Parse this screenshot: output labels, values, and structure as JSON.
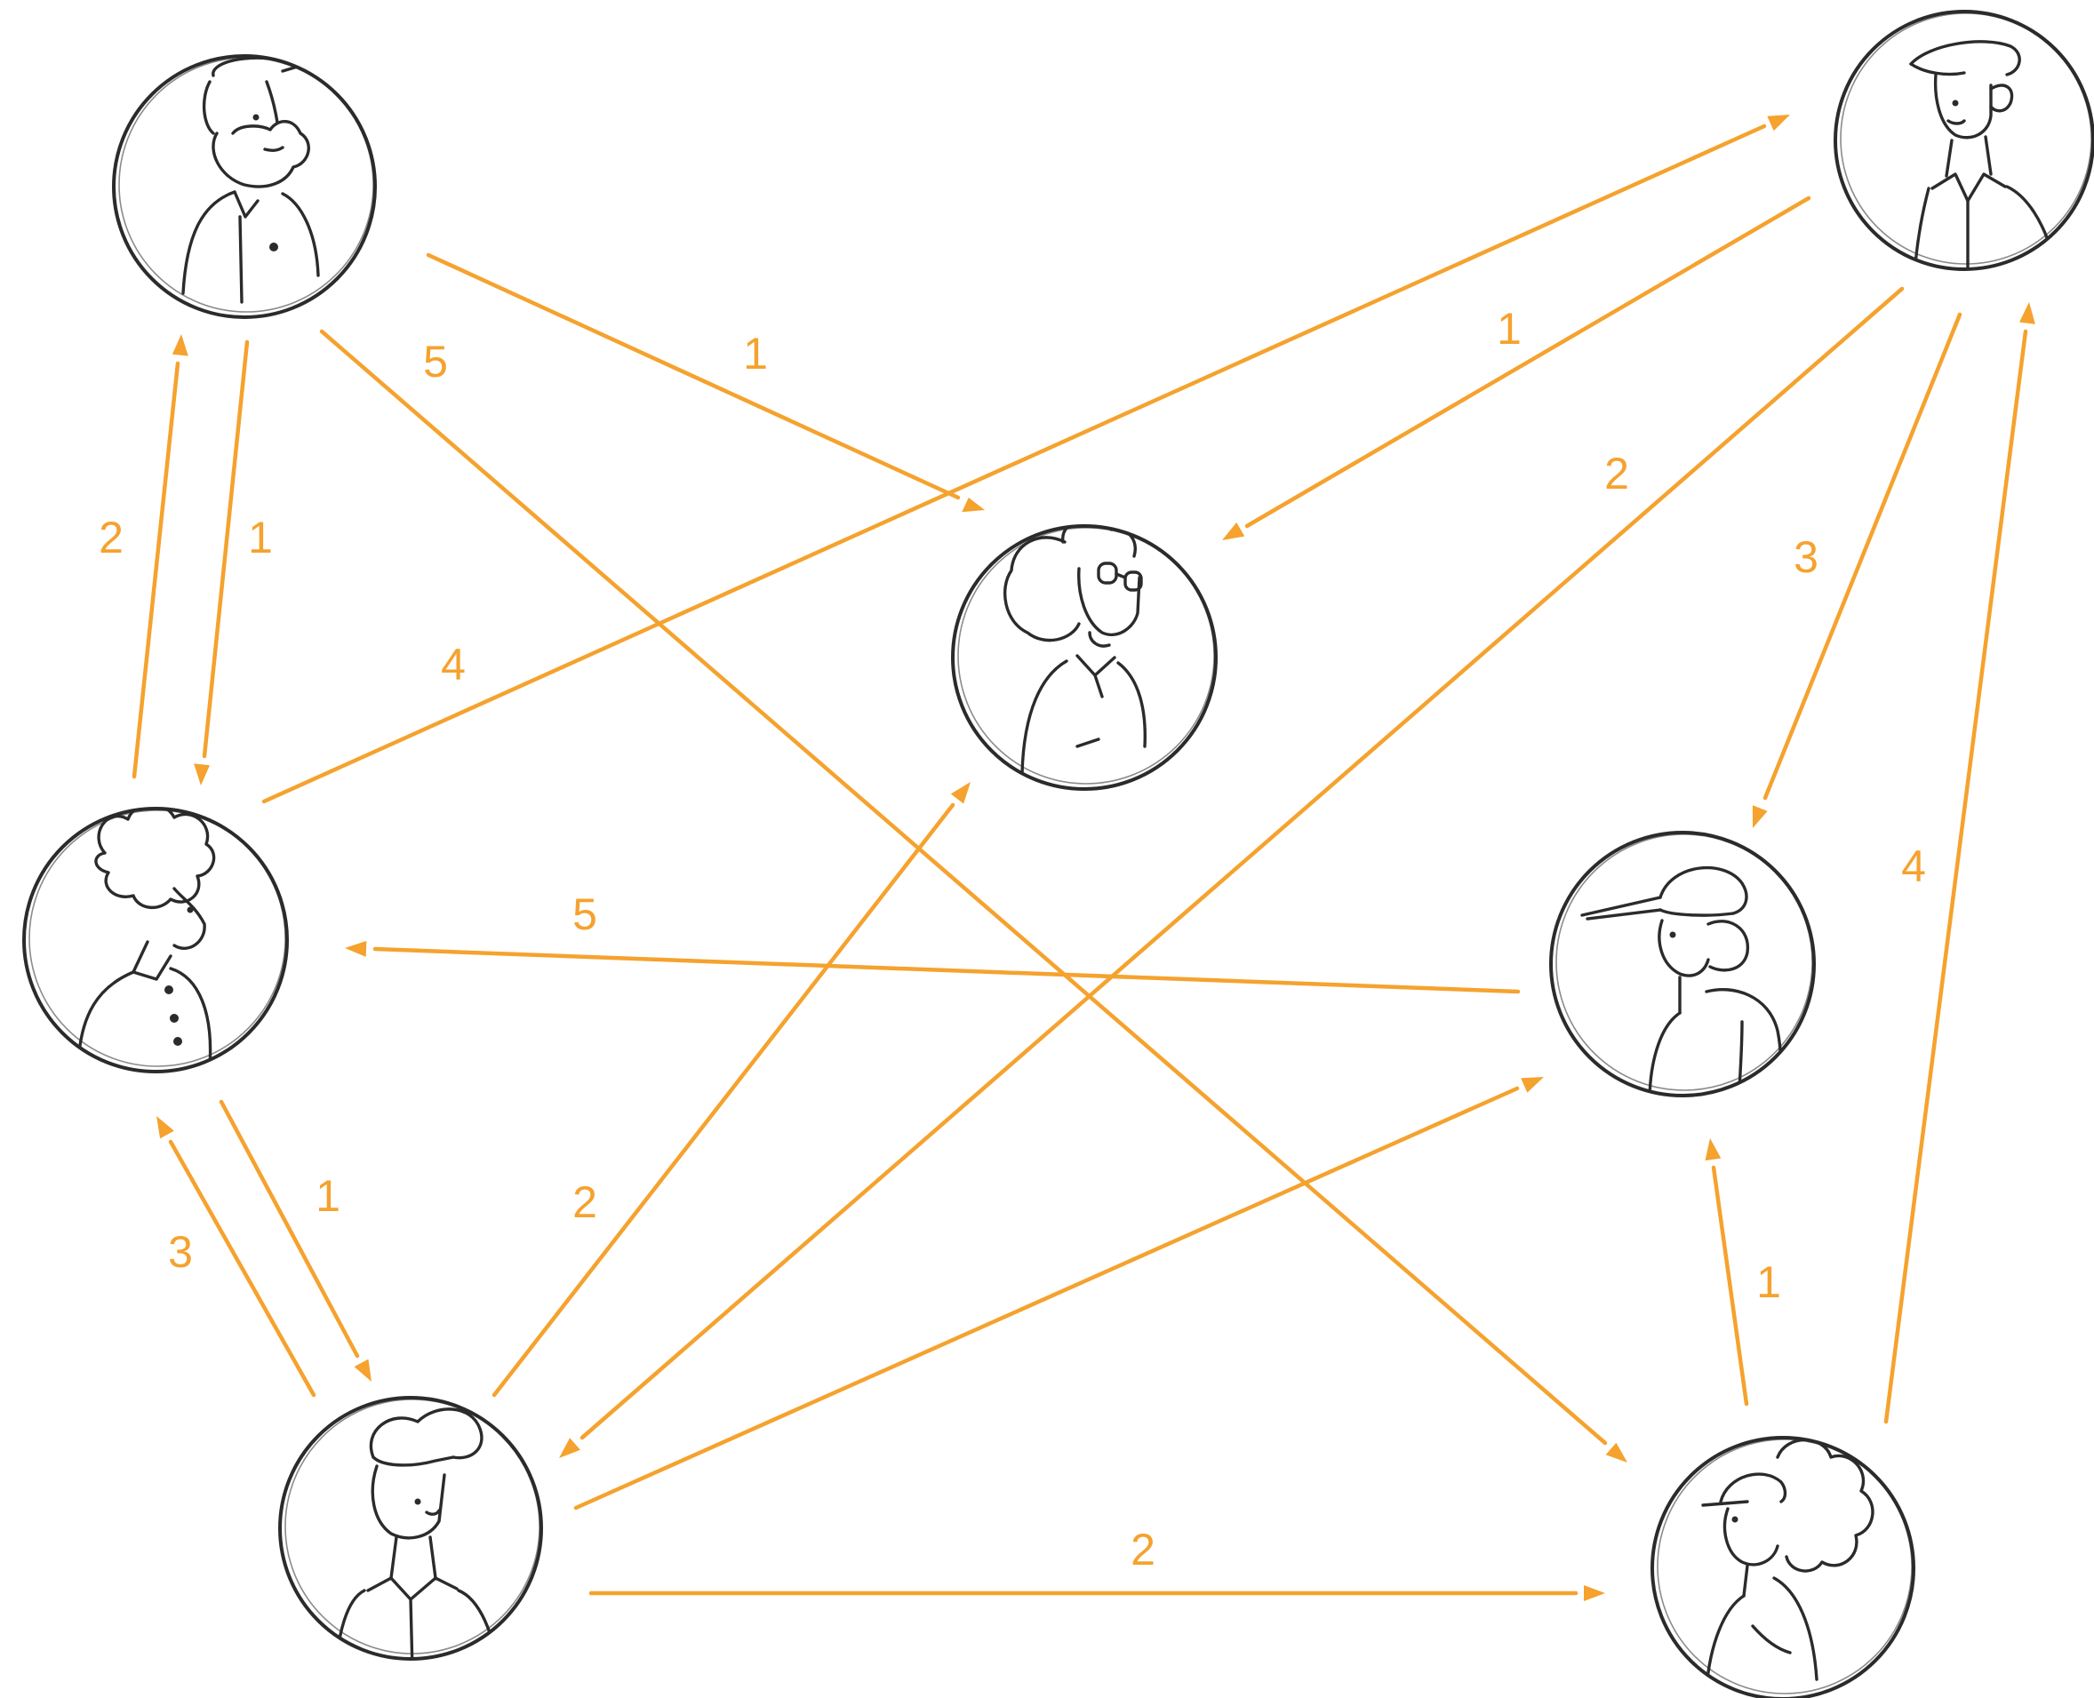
{
  "diagram": {
    "type": "directed-network",
    "accent_color": "#F5A22E",
    "ink_color": "#2b2b2b",
    "nodes": [
      {
        "id": "bearded-man",
        "icon": "bearded-man-avatar-icon"
      },
      {
        "id": "top-right-man",
        "icon": "man-with-collar-avatar-icon"
      },
      {
        "id": "center-woman-glasses",
        "icon": "woman-with-glasses-avatar-icon"
      },
      {
        "id": "curly-hair-person",
        "icon": "curly-hair-person-avatar-icon"
      },
      {
        "id": "cap-man",
        "icon": "man-with-cap-avatar-icon"
      },
      {
        "id": "bottom-left-man",
        "icon": "quiff-man-avatar-icon"
      },
      {
        "id": "cap-woman",
        "icon": "woman-with-cap-avatar-icon"
      }
    ],
    "edges": [
      {
        "from": "bearded-man",
        "to": "center-woman-glasses",
        "label": "1"
      },
      {
        "from": "bearded-man",
        "to": "cap-woman",
        "label": "5"
      },
      {
        "from": "bearded-man",
        "to": "curly-hair-person",
        "label": "1"
      },
      {
        "from": "curly-hair-person",
        "to": "bearded-man",
        "label": "2"
      },
      {
        "from": "curly-hair-person",
        "to": "top-right-man",
        "label": "4"
      },
      {
        "from": "top-right-man",
        "to": "center-woman-glasses",
        "label": "1"
      },
      {
        "from": "top-right-man",
        "to": "bottom-left-man",
        "label": "2"
      },
      {
        "from": "top-right-man",
        "to": "cap-man",
        "label": "3"
      },
      {
        "from": "cap-woman",
        "to": "top-right-man",
        "label": "4"
      },
      {
        "from": "cap-man",
        "to": "curly-hair-person",
        "label": "5"
      },
      {
        "from": "curly-hair-person",
        "to": "bottom-left-man",
        "label": "1"
      },
      {
        "from": "bottom-left-man",
        "to": "curly-hair-person",
        "label": "3"
      },
      {
        "from": "bottom-left-man",
        "to": "center-woman-glasses",
        "label": "2"
      },
      {
        "from": "bottom-left-man",
        "to": "cap-man",
        "label": ""
      },
      {
        "from": "bottom-left-man",
        "to": "cap-woman",
        "label": "2"
      },
      {
        "from": "cap-woman",
        "to": "cap-man",
        "label": "1"
      }
    ]
  }
}
